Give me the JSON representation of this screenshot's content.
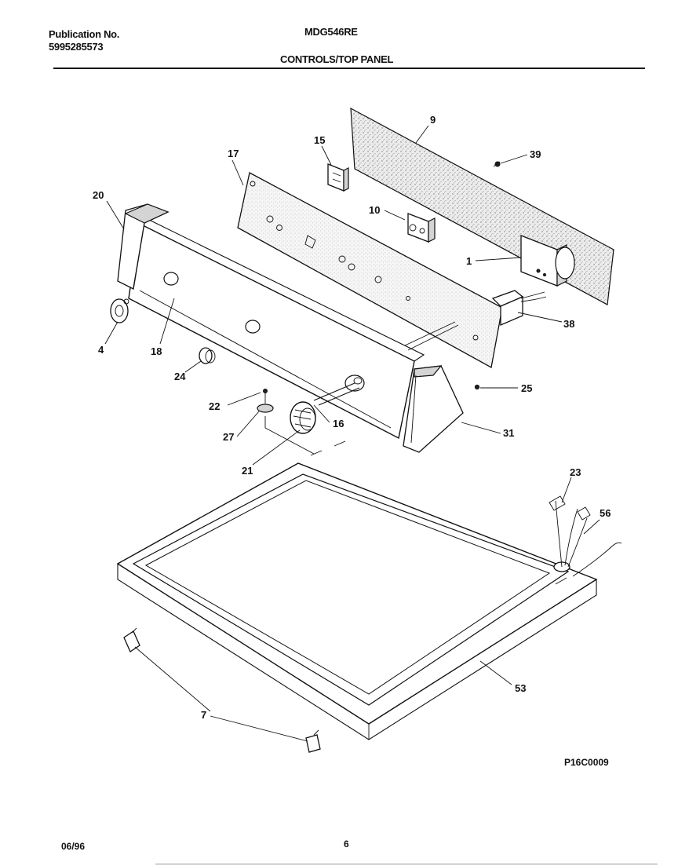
{
  "header": {
    "publication_label": "Publication No.",
    "publication_number": "5995285573",
    "model": "MDG546RE",
    "section_title": "CONTROLS/TOP PANEL"
  },
  "footer": {
    "date": "06/96",
    "page_number": "6",
    "diagram_code": "P16C0009"
  },
  "callouts": {
    "c9": "9",
    "c39": "39",
    "c15": "15",
    "c17": "17",
    "c10": "10",
    "c20": "20",
    "c1": "1",
    "c38": "38",
    "c4": "4",
    "c18": "18",
    "c24": "24",
    "c25": "25",
    "c22": "22",
    "c16": "16",
    "c31": "31",
    "c27": "27",
    "c21": "21",
    "c23": "23",
    "c56": "56",
    "c53": "53",
    "c7": "7"
  }
}
